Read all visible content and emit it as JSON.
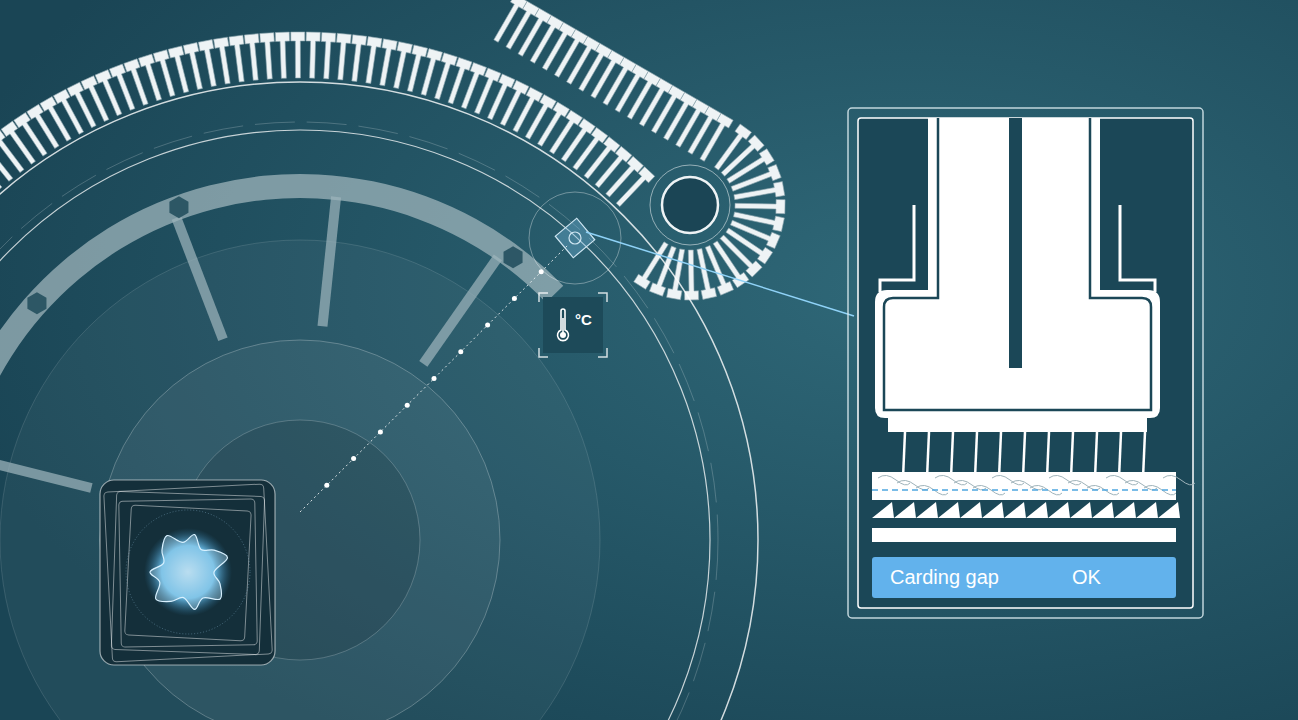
{
  "diagram": {
    "nodes": [
      {
        "text": [
          "°C"
        ]
      },
      {
        "text": [
          "Carding gap",
          "OK"
        ]
      }
    ]
  }
}
